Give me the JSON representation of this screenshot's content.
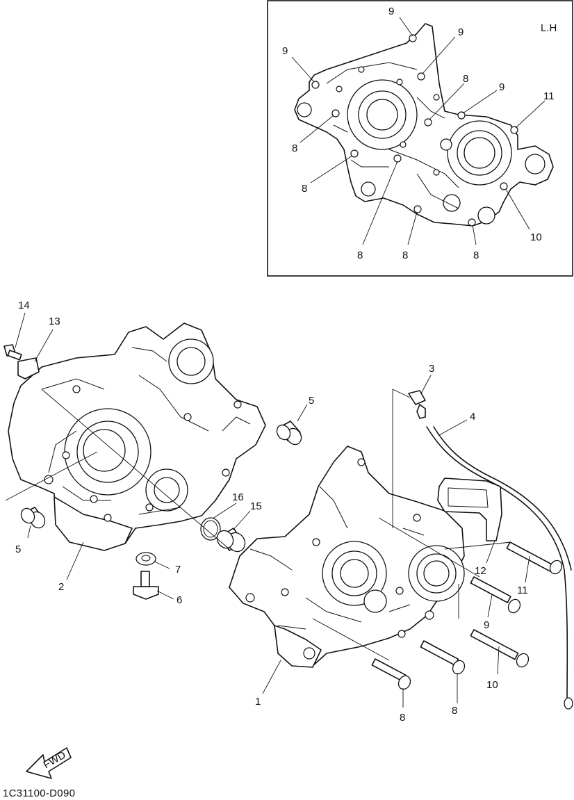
{
  "inset": {
    "side_label": "L.H"
  },
  "inset_callouts": [
    {
      "id": "in-9a",
      "num": "9"
    },
    {
      "id": "in-9b",
      "num": "9"
    },
    {
      "id": "in-9c",
      "num": "9"
    },
    {
      "id": "in-9d",
      "num": "9"
    },
    {
      "id": "in-11",
      "num": "11"
    },
    {
      "id": "in-8a",
      "num": "8"
    },
    {
      "id": "in-8b",
      "num": "8"
    },
    {
      "id": "in-8c",
      "num": "8"
    },
    {
      "id": "in-10",
      "num": "10"
    },
    {
      "id": "in-8d",
      "num": "8"
    },
    {
      "id": "in-8e",
      "num": "8"
    },
    {
      "id": "in-8f",
      "num": "8"
    }
  ],
  "callouts": [
    {
      "id": "c-14",
      "num": "14"
    },
    {
      "id": "c-13",
      "num": "13"
    },
    {
      "id": "c-3",
      "num": "3"
    },
    {
      "id": "c-4",
      "num": "4"
    },
    {
      "id": "c-5a",
      "num": "5"
    },
    {
      "id": "c-5b",
      "num": "5"
    },
    {
      "id": "c-16",
      "num": "16"
    },
    {
      "id": "c-15",
      "num": "15"
    },
    {
      "id": "c-7",
      "num": "7"
    },
    {
      "id": "c-6",
      "num": "6"
    },
    {
      "id": "c-2",
      "num": "2"
    },
    {
      "id": "c-12",
      "num": "12"
    },
    {
      "id": "c-11",
      "num": "11"
    },
    {
      "id": "c-9",
      "num": "9"
    },
    {
      "id": "c-10",
      "num": "10"
    },
    {
      "id": "c-1",
      "num": "1"
    },
    {
      "id": "c-8a",
      "num": "8"
    },
    {
      "id": "c-8b",
      "num": "8"
    }
  ],
  "fwd_label": "FWD",
  "diagram_code": "1C31100-D090"
}
